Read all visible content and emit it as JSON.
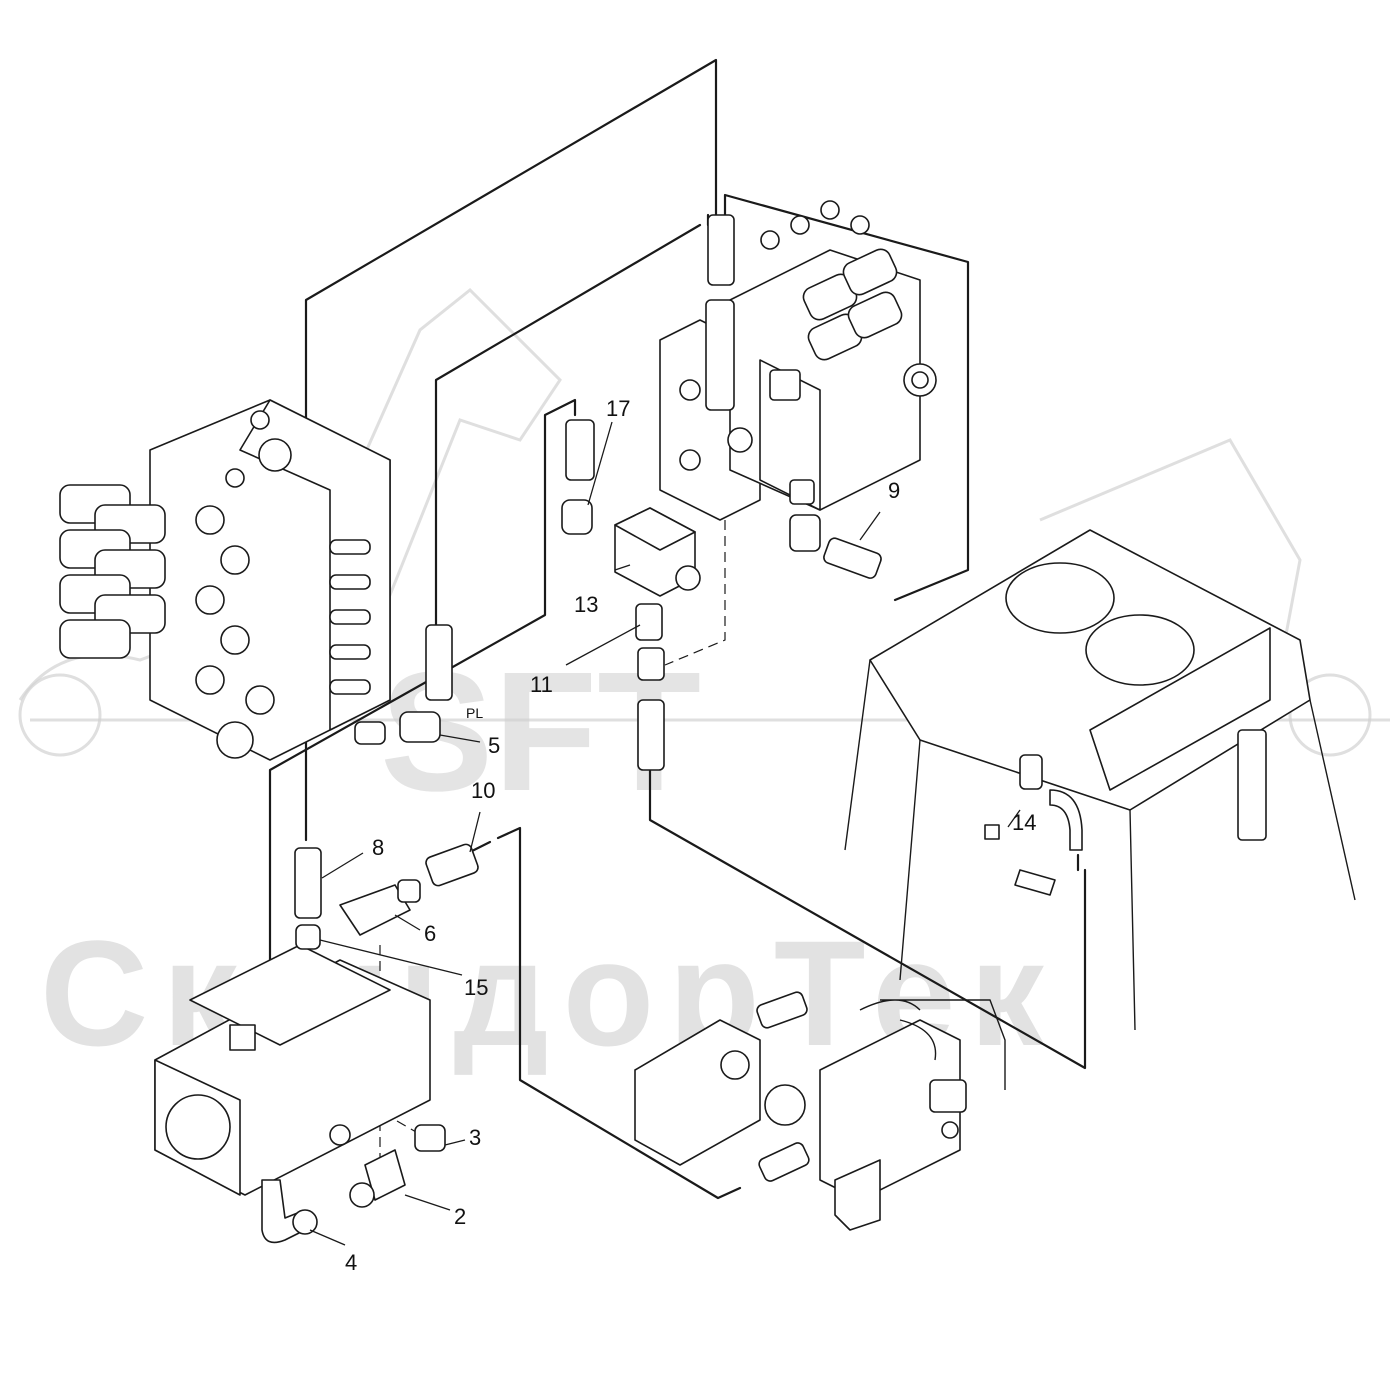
{
  "watermark": {
    "logo_text": "SFT",
    "company_text": "СкандорТек",
    "color": "#cfcfcf"
  },
  "diagram": {
    "port_label": "PL",
    "callouts": [
      {
        "id": "c17",
        "text": "17"
      },
      {
        "id": "c9",
        "text": "9"
      },
      {
        "id": "c13",
        "text": "13"
      },
      {
        "id": "c11",
        "text": "11"
      },
      {
        "id": "c5",
        "text": "5"
      },
      {
        "id": "c10",
        "text": "10"
      },
      {
        "id": "c8",
        "text": "8"
      },
      {
        "id": "c6",
        "text": "6"
      },
      {
        "id": "c15",
        "text": "15"
      },
      {
        "id": "c14",
        "text": "14"
      },
      {
        "id": "c3",
        "text": "3"
      },
      {
        "id": "c2",
        "text": "2"
      },
      {
        "id": "c4",
        "text": "4"
      }
    ]
  }
}
